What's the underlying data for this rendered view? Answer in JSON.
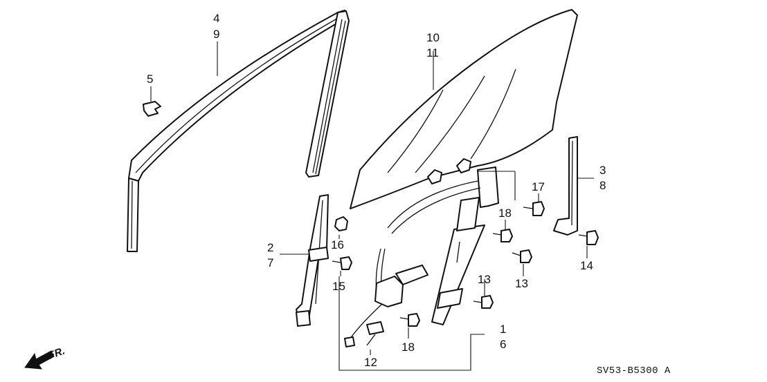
{
  "diagram": {
    "callouts": {
      "c1": "1",
      "c6": "6",
      "c2": "2",
      "c7": "7",
      "c3": "3",
      "c8": "8",
      "c4": "4",
      "c9": "9",
      "c5": "5",
      "c10": "10",
      "c11": "11",
      "c12": "12",
      "c13a": "13",
      "c13b": "13",
      "c14": "14",
      "c15": "15",
      "c16": "16",
      "c17": "17",
      "c18a": "18",
      "c18b": "18"
    },
    "direction_label": "FR.",
    "diagram_code": "SV53-B5300 A"
  }
}
